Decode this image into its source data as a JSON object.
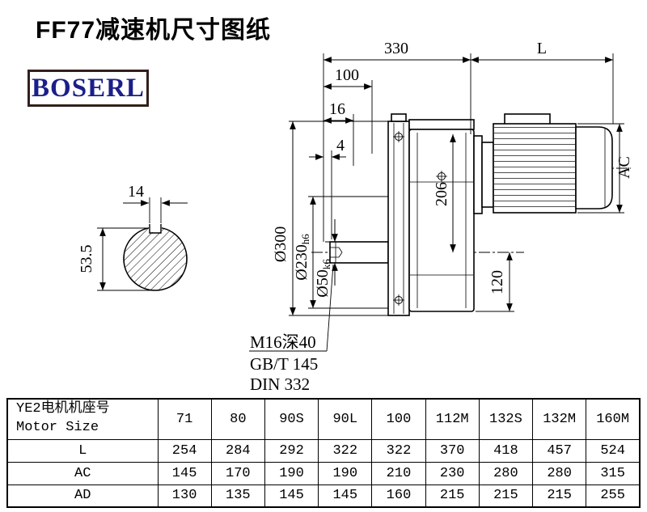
{
  "header": {
    "title": "FF77减速机尺寸图纸",
    "logo": "BOSERL"
  },
  "drawing": {
    "dim_330": "330",
    "dim_L": "L",
    "dim_100": "100",
    "dim_16": "16",
    "dim_4": "4",
    "dim_AC": "AC",
    "dim_206": "206",
    "dim_120": "120",
    "dia_300": "Ø300",
    "dia_230": "Ø230",
    "dia_230_tol": "h6",
    "dia_50": "Ø50",
    "dia_50_tol": "k6",
    "key_width": "14",
    "key_height": "53.5",
    "note_thread": "M16深40",
    "note_gb": "GB/T 145",
    "note_din": "DIN 332"
  },
  "table": {
    "row_header_cn": "YE2电机机座号",
    "row_header_en": "Motor Size",
    "motor_sizes": [
      "71",
      "80",
      "90S",
      "90L",
      "100",
      "112M",
      "132S",
      "132M",
      "160M"
    ],
    "rows": [
      {
        "label": "L",
        "values": [
          "254",
          "284",
          "292",
          "322",
          "322",
          "370",
          "418",
          "457",
          "524"
        ]
      },
      {
        "label": "AC",
        "values": [
          "145",
          "170",
          "190",
          "190",
          "210",
          "230",
          "280",
          "280",
          "315"
        ]
      },
      {
        "label": "AD",
        "values": [
          "130",
          "135",
          "145",
          "145",
          "160",
          "215",
          "215",
          "215",
          "255"
        ]
      }
    ]
  }
}
